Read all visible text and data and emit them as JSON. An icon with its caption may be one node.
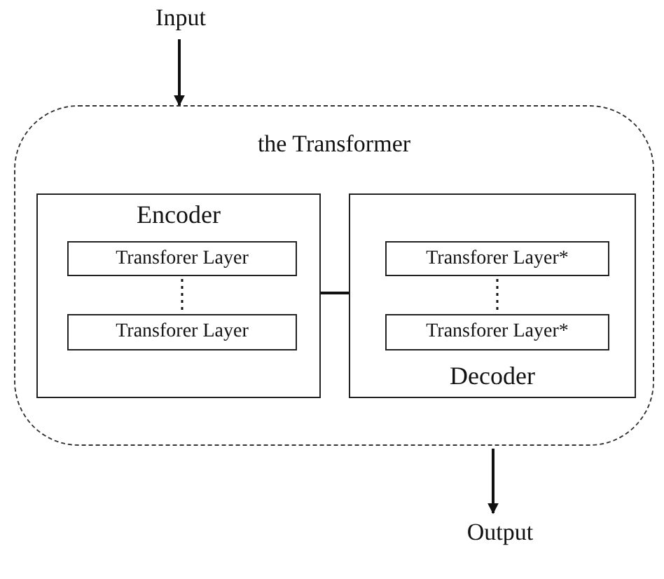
{
  "diagram": {
    "nodes": [
      {
        "text": [
          "Input"
        ]
      },
      {
        "text": [
          "the Transformer"
        ]
      },
      {
        "text": [
          "Encoder"
        ],
        "in": 1
      },
      {
        "text": [
          "Transforer Layer"
        ],
        "in": 2
      },
      {
        "text": [
          "Transforer Layer"
        ],
        "in": 2
      },
      {
        "text": [
          "Decoder"
        ],
        "in": 1
      },
      {
        "text": [
          "Transforer Layer*"
        ],
        "in": 5
      },
      {
        "text": [
          "Transforer Layer*"
        ],
        "in": 5
      },
      {
        "text": [
          "Output"
        ]
      }
    ],
    "edges": [
      {
        "from": 0,
        "to": 1,
        "arrow": "to"
      },
      {
        "from": 3,
        "to": 4,
        "arrow": "none",
        "style": "dashed"
      },
      {
        "from": 2,
        "to": 5,
        "arrow": "none"
      },
      {
        "from": 6,
        "to": 7,
        "arrow": "none",
        "style": "dashed"
      },
      {
        "from": 1,
        "to": 8,
        "arrow": "to"
      }
    ]
  }
}
